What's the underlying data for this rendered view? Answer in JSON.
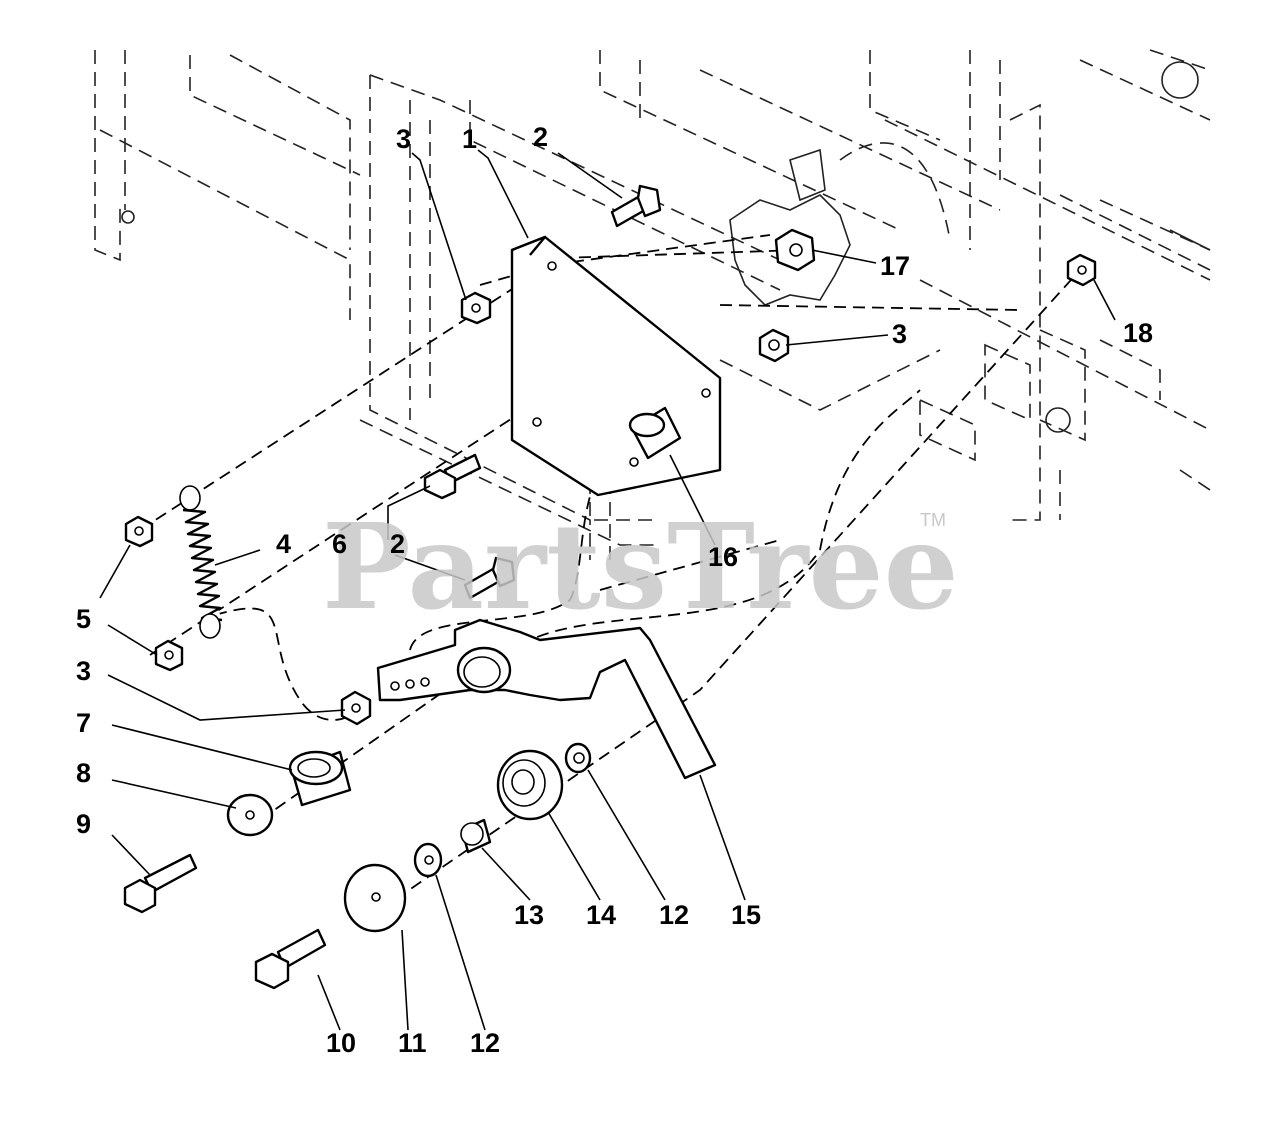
{
  "watermark": {
    "text": "PartsTree",
    "trademark": "TM"
  },
  "callouts": {
    "c1": "1",
    "c2a": "2",
    "c2b": "2",
    "c3a": "3",
    "c3b": "3",
    "c3c": "3",
    "c4": "4",
    "c5": "5",
    "c6": "6",
    "c7": "7",
    "c8": "8",
    "c9": "9",
    "c10": "10",
    "c11": "11",
    "c12a": "12",
    "c12b": "12",
    "c13": "13",
    "c14": "14",
    "c15": "15",
    "c16": "16",
    "c17": "17",
    "c18": "18"
  }
}
